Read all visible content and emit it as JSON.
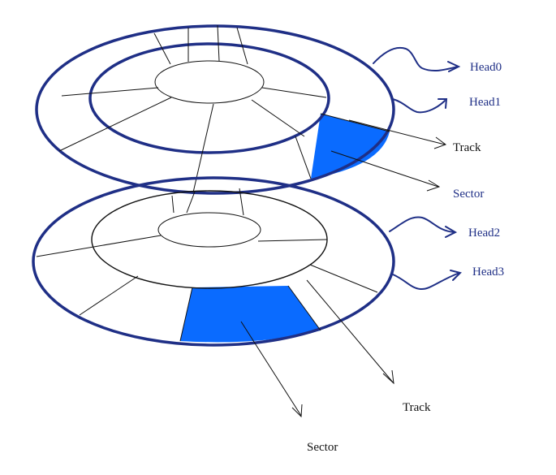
{
  "colors": {
    "platter_outline": "#1f2f86",
    "sector_fill": "#0a6bff",
    "label_text": "#1f2f86",
    "line": "#111111"
  },
  "labels": {
    "head0": "Head0",
    "head1": "Head1",
    "track_top": "Track",
    "sector_top": "Sector",
    "head2": "Head2",
    "head3": "Head3",
    "track_bottom": "Track",
    "sector_bottom": "Sector"
  }
}
